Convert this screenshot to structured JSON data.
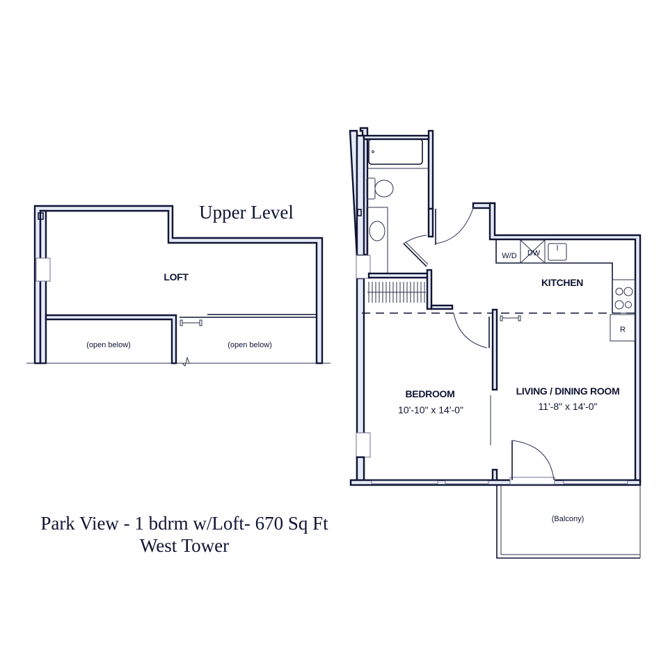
{
  "upper_level": {
    "heading": "Upper Level",
    "rooms": [
      {
        "name": "loft",
        "label": "LOFT"
      },
      {
        "name": "open-below-left",
        "label": "(open below)"
      },
      {
        "name": "open-below-right",
        "label": "(open below)"
      }
    ]
  },
  "main_level": {
    "rooms": [
      {
        "name": "kitchen",
        "label": "KITCHEN"
      },
      {
        "name": "bedroom",
        "label": "BEDROOM",
        "dimensions": "10'-10\" x 14'-0\""
      },
      {
        "name": "living-dining",
        "label": "LIVING / DINING ROOM",
        "dimensions": "11'-8\" x 14'-0\""
      },
      {
        "name": "balcony",
        "label": "(Balcony)"
      }
    ],
    "appliances": {
      "washer_dryer": "W/D",
      "dishwasher": "DW",
      "refrigerator": "R"
    }
  },
  "caption": {
    "line1": "Park View - 1 bdrm w/Loft- 670 Sq Ft",
    "line2": "West Tower"
  },
  "colors": {
    "wall_fill": "#e6eaf8",
    "wall_stroke": "#0f1433",
    "background": "#ffffff"
  }
}
